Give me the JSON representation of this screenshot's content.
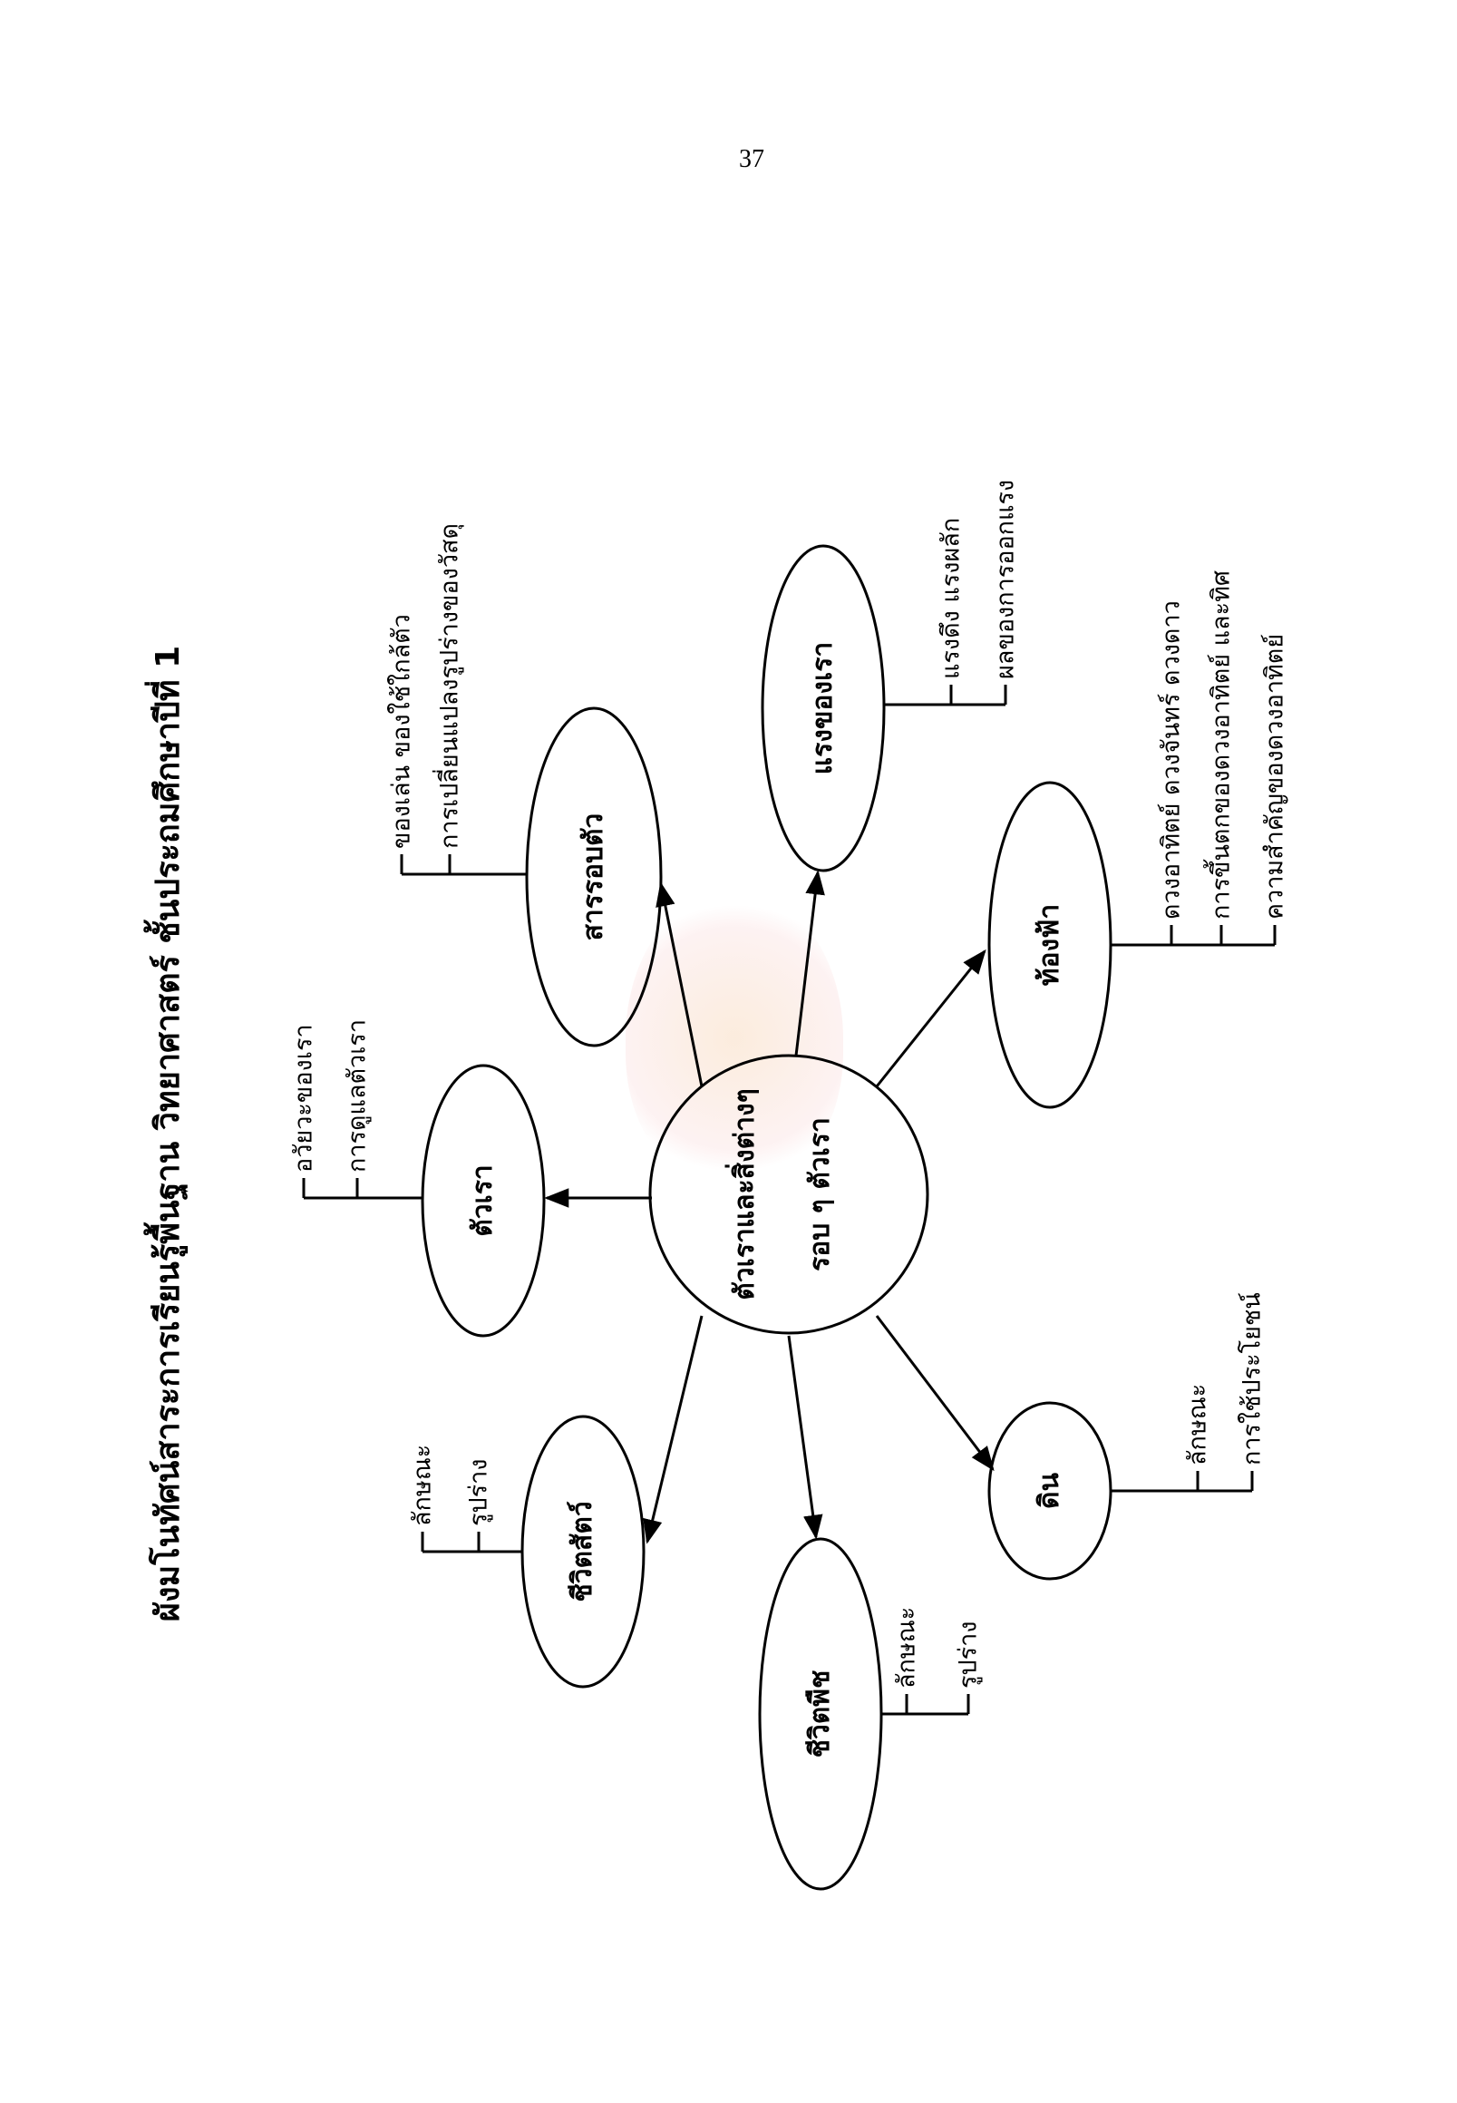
{
  "page_number": "37",
  "title": "ผังมโนทัศน์สาระการเรียนรู้พื้นฐาน วิทยาศาสตร์ ชั้นประถมศึกษาปีที่ 1",
  "center": {
    "line1": "ตัวเราและสิ่งต่างๆ",
    "line2": "รอบ ๆ ตัวเรา"
  },
  "nodes": [
    {
      "label": "ตัวเรา",
      "items": [
        "อวัยวะของเรา",
        "การดูแลตัวเรา"
      ]
    },
    {
      "label": "สารรอบตัว",
      "items": [
        "ของเล่น ของใช้ใกล้ตัว",
        "การเปลี่ยนแปลงรูปร่างของวัสดุ"
      ]
    },
    {
      "label": "แรงของเรา",
      "items": [
        "แรงดึง แรงผลัก",
        "ผลของการออกแรง"
      ]
    },
    {
      "label": "ท้องฟ้า",
      "items": [
        "ดวงอาทิตย์ ดวงจันทร์ ดวงดาว",
        "การขึ้นตกของดวงอาทิตย์ และทิศ",
        "ความสำคัญของดวงอาทิตย์"
      ]
    },
    {
      "label": "ดิน",
      "items": [
        "ลักษณะ",
        "การใช้ประโยชน์"
      ]
    },
    {
      "label": "ชีวิตพืช",
      "items": [
        "ลักษณะ",
        "รูปร่าง"
      ]
    },
    {
      "label": "ชีวิตสัตว์",
      "items": [
        "ลักษณะ",
        "รูปร่าง"
      ]
    }
  ],
  "watermark": "seal"
}
